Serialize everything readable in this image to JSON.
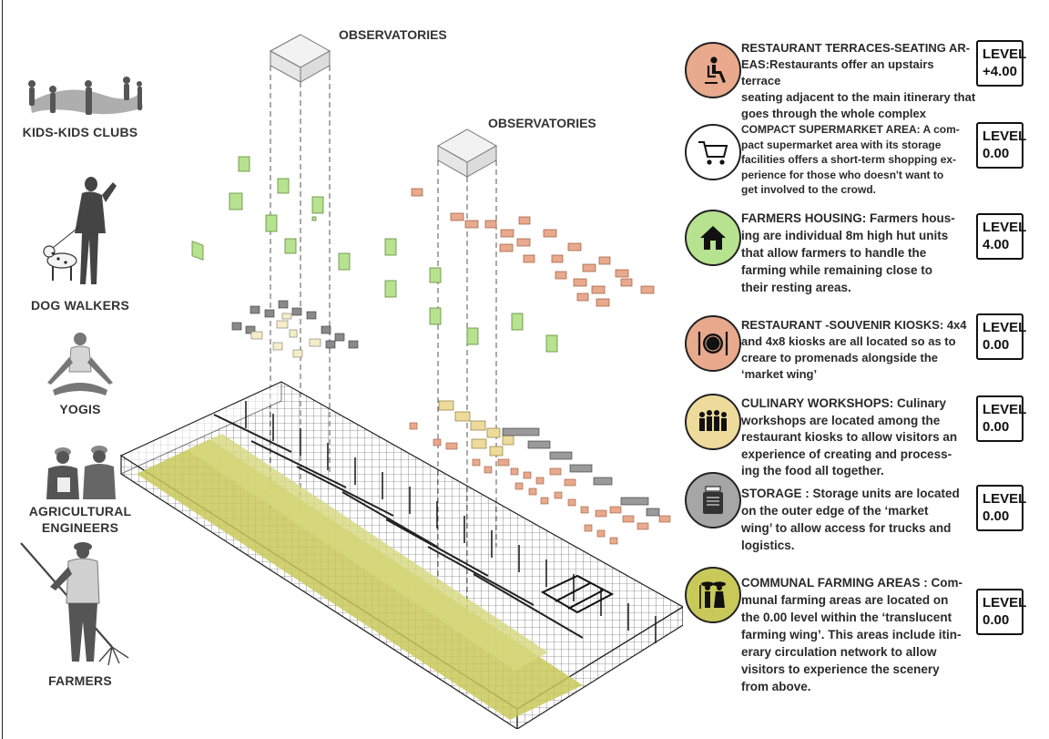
{
  "users": [
    {
      "label": "KIDS-KIDS CLUBS",
      "icon": "kids-figures"
    },
    {
      "label": "DOG WALKERS",
      "icon": "dog-walker-figure"
    },
    {
      "label": "YOGIS",
      "icon": "yoga-figure"
    },
    {
      "label": "AGRICULTURAL ENGINEERS",
      "label_line1": "AGRICULTURAL",
      "label_line2": "ENGINEERS",
      "icon": "engineers-figures"
    },
    {
      "label": "FARMERS",
      "icon": "farmer-figure"
    }
  ],
  "observatories": [
    "OBSERVATORIES",
    "OBSERVATORIES"
  ],
  "programs": [
    {
      "icon": "seat-icon",
      "color": "#e8a98c",
      "text": "RESTAURANT TERRACES-SEATING AR-EAS:Restaurants offer an upstairs terrace seating adjacent to the main itinerary that goes through the whole complex",
      "lines": [
        "RESTAURANT TERRACES-SEATING AR-",
        "EAS:Restaurants offer an upstairs terrace",
        "seating adjacent to the main itinerary that",
        "goes through the whole complex"
      ],
      "level_label": "LEVEL",
      "level_value": "+4.00"
    },
    {
      "icon": "cart-icon",
      "color": "#ffffff",
      "text": "COMPACT SUPERMARKET AREA: A com-pact supermarket area with its storage facilities offers a short-term shopping ex-perience for those who doesn't want to get involved to the crowd.",
      "lines": [
        "COMPACT SUPERMARKET AREA: A com-",
        "pact supermarket area with its storage",
        "facilities offers a short-term shopping ex-",
        "perience for those who doesn't want to",
        "get involved to the crowd."
      ],
      "level_label": "LEVEL",
      "level_value": "0.00"
    },
    {
      "icon": "house-icon",
      "color": "#b7e28f",
      "text": "FARMERS HOUSING: Farmers hous-ing are individual 8m high hut units that allow farmers to handle the farming while remaining close to their resting areas.",
      "lines": [
        "FARMERS HOUSING: Farmers hous-",
        "ing are individual 8m high hut units",
        "that allow farmers to handle the",
        "farming while remaining close to",
        "their resting areas."
      ],
      "level_label": "LEVEL",
      "level_value": "4.00"
    },
    {
      "icon": "plate-cutlery-icon",
      "color": "#e8a98c",
      "text": "RESTAURANT -SOUVENIR KIOSKS: 4x4 and 4x8 kiosks are all located so as to creare to promenads alongside the 'market wing'",
      "lines": [
        "RESTAURANT -SOUVENIR KIOSKS: 4x4",
        "and 4x8 kiosks are all located so as to",
        "creare to promenads alongside the",
        "‘market wing’"
      ],
      "level_label": "LEVEL",
      "level_value": "0.00"
    },
    {
      "icon": "group-people-icon",
      "color": "#eedb9c",
      "text": "CULINARY WORKSHOPS: Culinary workshops are located among the restaurant kiosks to allow visitors an experience of creating and process-ing the food all together.",
      "lines": [
        "CULINARY WORKSHOPS: Culinary",
        "workshops are located  among the",
        "restaurant kiosks to allow visitors an",
        "experience of creating and process-",
        "ing the food all together."
      ],
      "level_label": "LEVEL",
      "level_value": "0.00"
    },
    {
      "icon": "storage-jar-icon",
      "color": "#a6a6a6",
      "text": "STORAGE : Storage units are located on the outer edge of the 'market wing' to allow access for trucks and logistics.",
      "lines": [
        "STORAGE : Storage units are located",
        "on the outer edge of the ‘market",
        "wing’ to allow access for trucks and",
        "logistics."
      ],
      "level_label": "LEVEL",
      "level_value": "0.00"
    },
    {
      "icon": "farmers-couple-icon",
      "color": "#c9c95a",
      "text": "COMMUNAL FARMING AREAS : Com-munal farming areas are located on the 0.00 level within the 'translucent farming wing'. This areas include itin-erary circulation network to allow visitors to experience the scenery from above.",
      "lines": [
        "COMMUNAL FARMING AREAS : Com-",
        "munal farming areas are located on",
        "the 0.00 level within the ‘translucent",
        "farming wing’. This areas include itin-",
        "erary circulation network to allow",
        "visitors to experience the scenery",
        "from above."
      ],
      "level_label": "LEVEL",
      "level_value": "0.00"
    }
  ],
  "colors": {
    "restaurant": "#e8a98c",
    "housing": "#b7e28f",
    "workshop": "#eedb9c",
    "storage": "#9a9a9a",
    "farming": "#c9c95a"
  }
}
